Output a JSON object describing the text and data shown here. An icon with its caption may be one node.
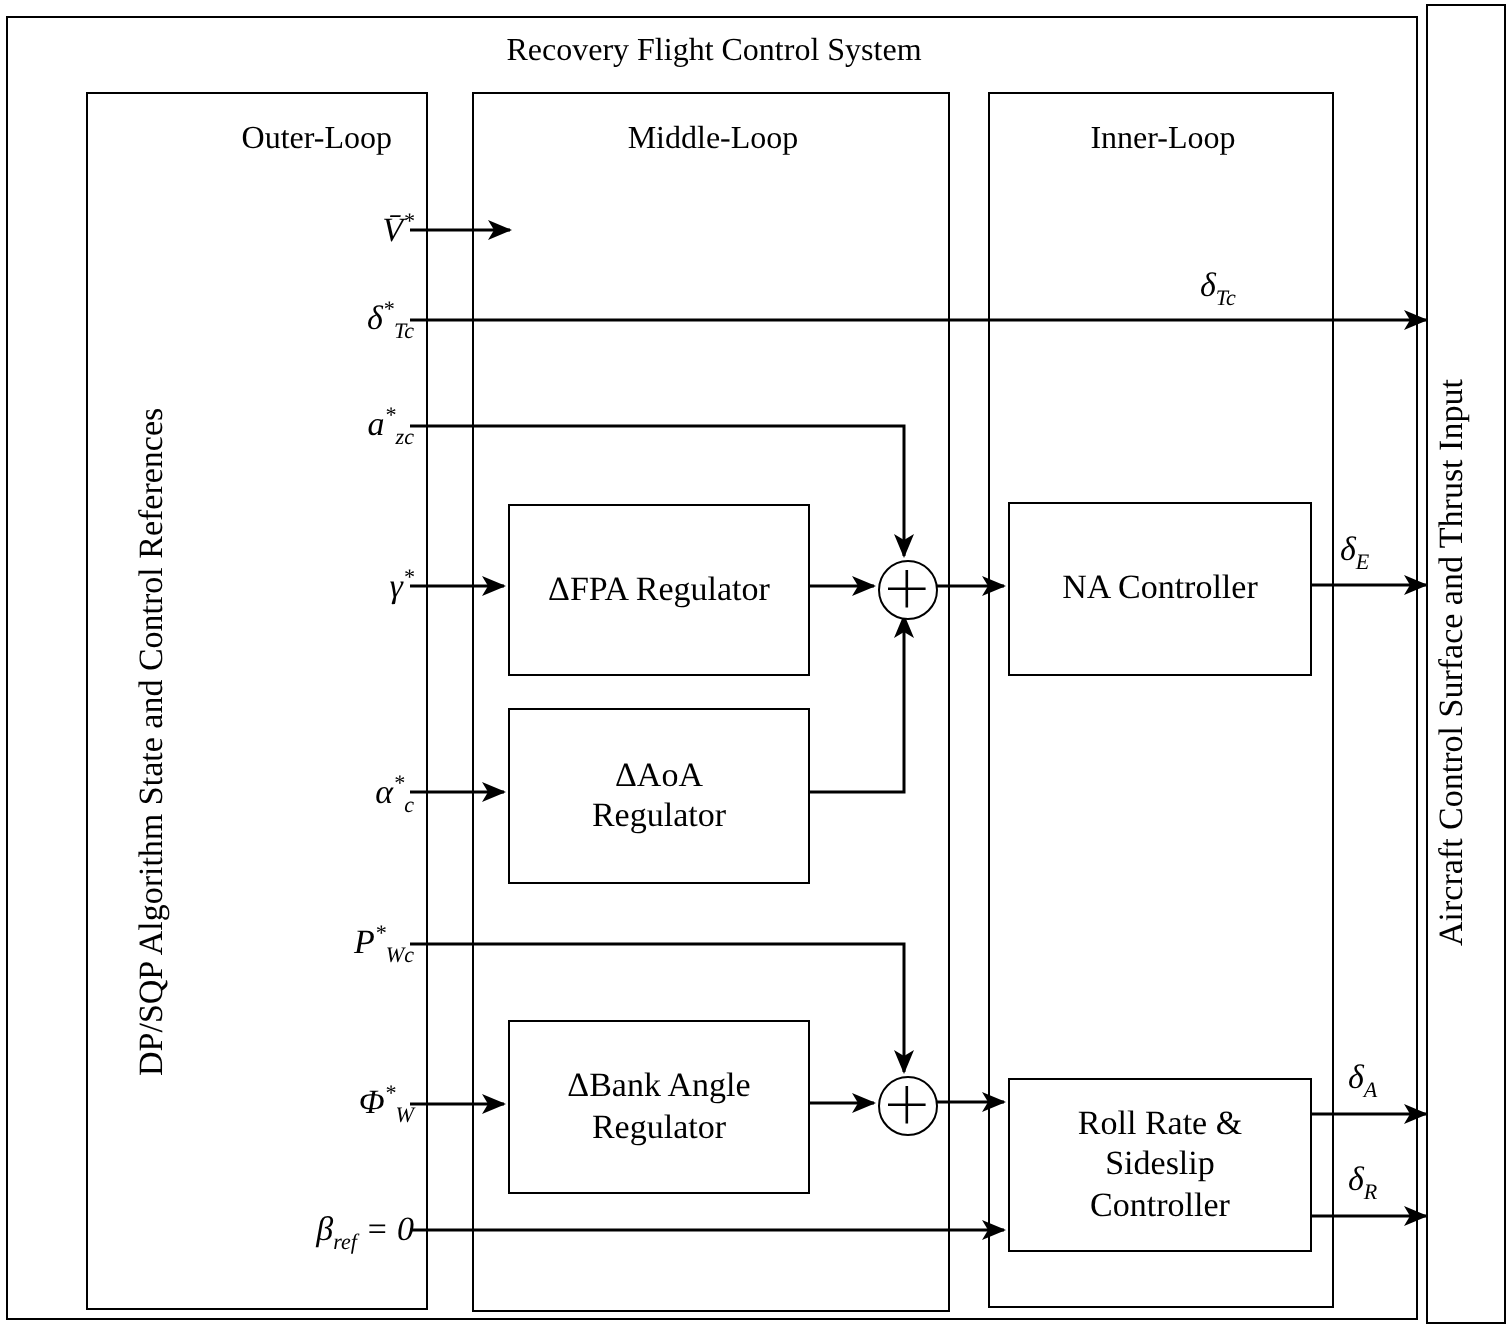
{
  "diagram": {
    "nodes": [
      {
        "text": [
          "Recovery Flight Control System"
        ]
      },
      {
        "text": [
          "Outer-Loop",
          "DP/SQP Algorithm State and Control References"
        ],
        "in": 0
      },
      {
        "text": [
          "Middle-Loop"
        ],
        "in": 0
      },
      {
        "text": [
          "Inner-Loop"
        ],
        "in": 0
      },
      {
        "text": [
          "Aircraft Control Surface and Thrust Input"
        ]
      },
      {
        "text": [
          "V̄$^{*}$"
        ],
        "in": 1
      },
      {
        "text": [
          "δ$^{*}$$_{Tc}$"
        ],
        "in": 1
      },
      {
        "text": [
          "a$^{*}$$_{zc}$"
        ],
        "in": 1
      },
      {
        "text": [
          "γ$^{*}$"
        ],
        "in": 1
      },
      {
        "text": [
          "α$^{*}$$_{c}$"
        ],
        "in": 1
      },
      {
        "text": [
          "P$^{*}$$_{Wc}$"
        ],
        "in": 1
      },
      {
        "text": [
          "Φ$^{*}$$_{W}$"
        ],
        "in": 1
      },
      {
        "text": [
          "β$_{ref}$ = 0"
        ],
        "in": 1
      },
      {
        "text": [
          "ΔFPA Regulator"
        ],
        "in": 2
      },
      {
        "text": [
          "ΔAoA Regulator"
        ],
        "in": 2
      },
      {
        "text": [
          "ΔBank Angle Regulator"
        ],
        "in": 2
      },
      {
        "text": [],
        "shape": "circle",
        "in": 2
      },
      {
        "text": [],
        "shape": "circle",
        "in": 2
      },
      {
        "text": [
          "NA Controller"
        ],
        "in": 3
      },
      {
        "text": [
          "Roll Rate & Sideslip Controller"
        ],
        "in": 3
      }
    ],
    "edges": [
      {
        "from": 5,
        "to": 2,
        "arrow": "to"
      },
      {
        "from": 6,
        "to": 4,
        "arrow": "to",
        "label": "δ$_{Tc}$"
      },
      {
        "from": 7,
        "to": 16,
        "arrow": "to"
      },
      {
        "from": 8,
        "to": 13,
        "arrow": "to"
      },
      {
        "from": 13,
        "to": 16,
        "arrow": "to"
      },
      {
        "from": 9,
        "to": 14,
        "arrow": "to"
      },
      {
        "from": 14,
        "to": 16,
        "arrow": "to"
      },
      {
        "from": 16,
        "to": 18,
        "arrow": "to"
      },
      {
        "from": 18,
        "to": 4,
        "arrow": "to",
        "label": "δ$_{E}$"
      },
      {
        "from": 10,
        "to": 17,
        "arrow": "to"
      },
      {
        "from": 11,
        "to": 15,
        "arrow": "to"
      },
      {
        "from": 15,
        "to": 17,
        "arrow": "to"
      },
      {
        "from": 17,
        "to": 19,
        "arrow": "to"
      },
      {
        "from": 12,
        "to": 19,
        "arrow": "to"
      },
      {
        "from": 19,
        "to": 4,
        "arrow": "to",
        "label": "δ$_{A}$"
      },
      {
        "from": 19,
        "to": 4,
        "arrow": "to",
        "label": "δ$_{R}$"
      }
    ]
  }
}
